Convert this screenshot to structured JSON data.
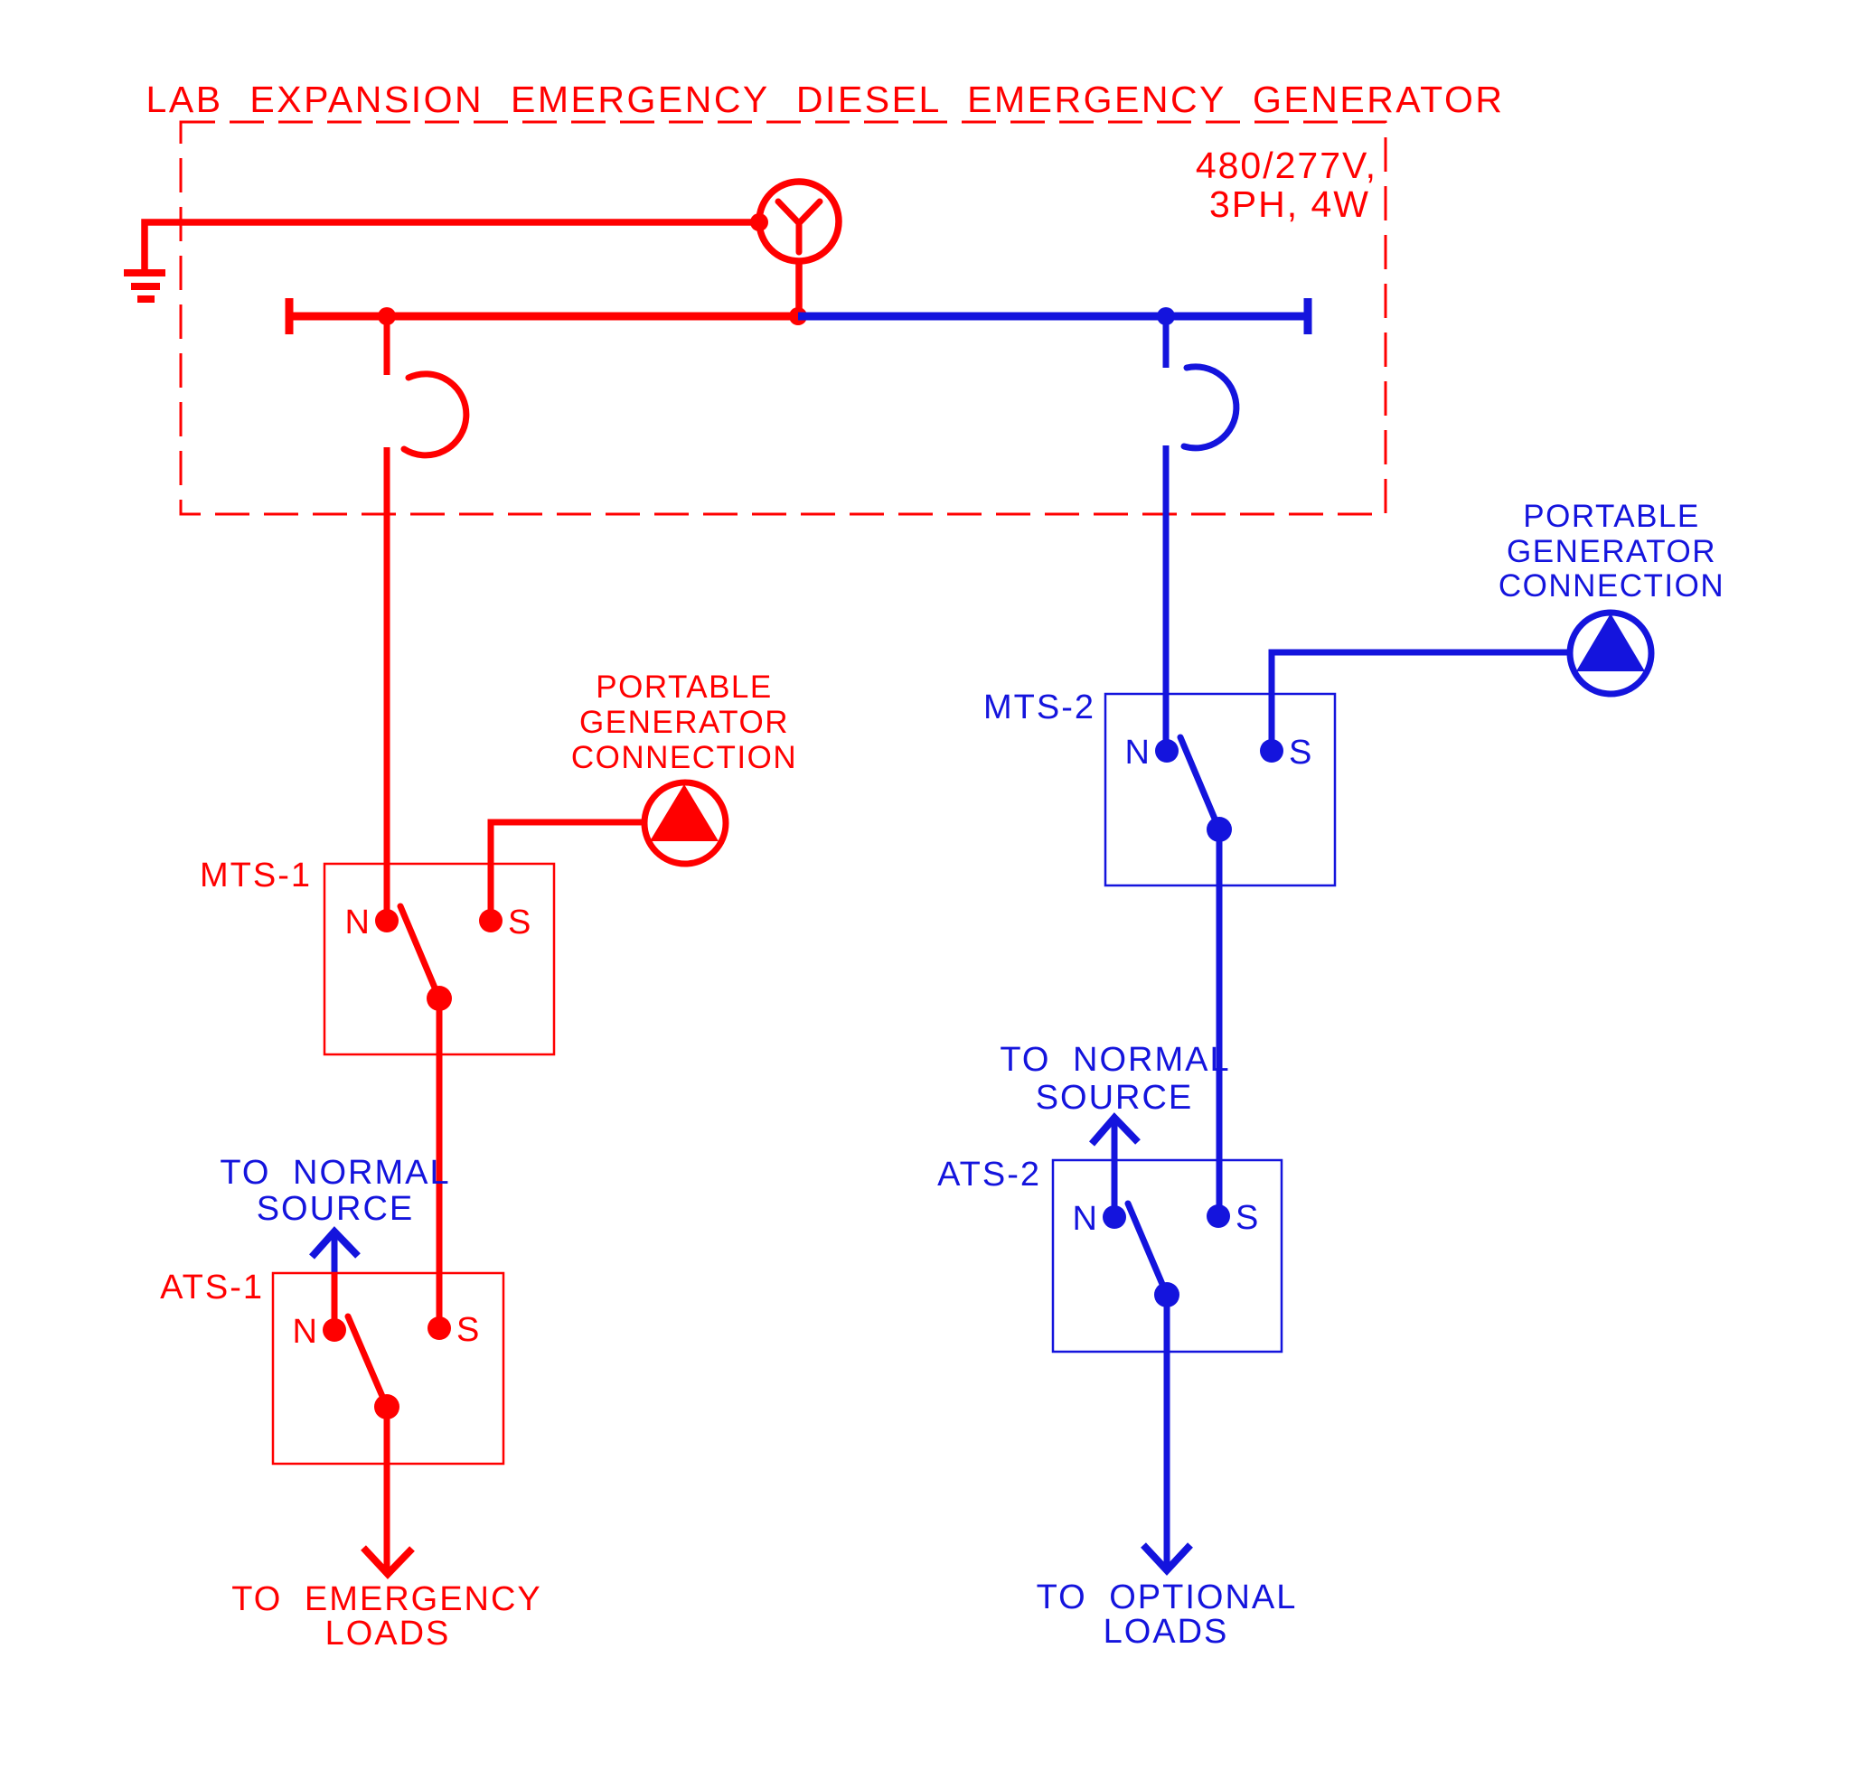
{
  "colors": {
    "red": "#ff0000",
    "blue": "#1414dd",
    "background": "#ffffff"
  },
  "title": "LAB EXPANSION EMERGENCY DIESEL EMERGENCY GENERATOR",
  "generator_rating": {
    "line1": "480/277V,",
    "line2": "3PH, 4W"
  },
  "switches": {
    "mts1": {
      "label": "MTS-1",
      "n": "N",
      "s": "S"
    },
    "mts2": {
      "label": "MTS-2",
      "n": "N",
      "s": "S"
    },
    "ats1": {
      "label": "ATS-1",
      "n": "N",
      "s": "S"
    },
    "ats2": {
      "label": "ATS-2",
      "n": "N",
      "s": "S"
    }
  },
  "portable_generator": {
    "line1": "PORTABLE",
    "line2": "GENERATOR",
    "line3": "CONNECTION"
  },
  "annotations": {
    "to_normal_1": "TO NORMAL",
    "to_normal_2": "SOURCE",
    "to_emergency_1": "TO EMERGENCY",
    "to_emergency_2": "LOADS",
    "to_optional_1": "TO OPTIONAL",
    "to_optional_2": "LOADS"
  }
}
